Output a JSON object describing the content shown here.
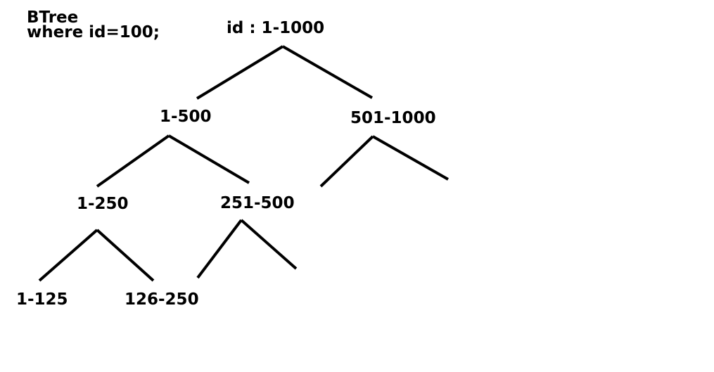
{
  "note": {
    "line1": "BTree",
    "line2": "where id=100;"
  },
  "tree": {
    "root": "id  :  1-1000",
    "left": "1-500",
    "right": "501-1000",
    "left_left": "1-250",
    "left_right": "251-500",
    "left_left_left": "1-125",
    "left_left_right": "126-250"
  }
}
